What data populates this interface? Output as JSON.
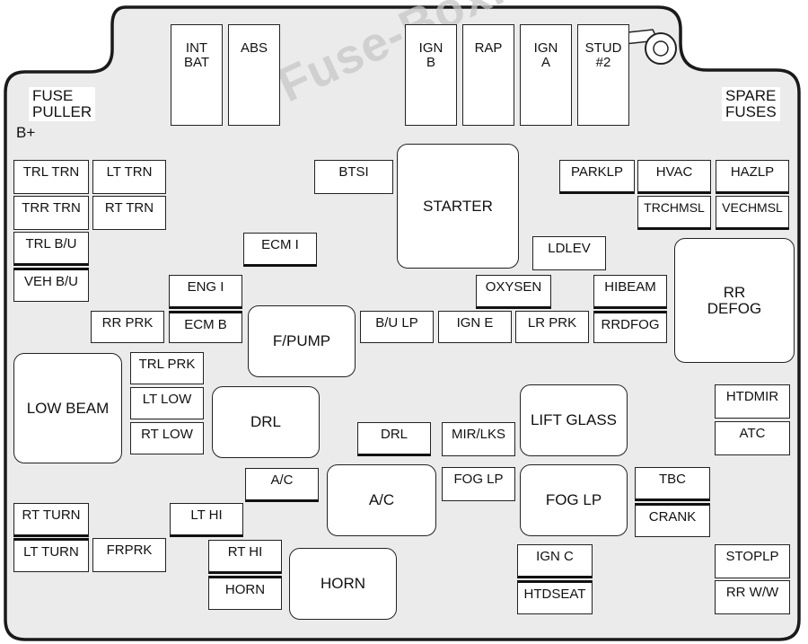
{
  "watermark": "Fuse-Box.inFo",
  "labels": {
    "fuse_puller": "FUSE\nPULLER",
    "b_plus": "B+",
    "spare_fuses": "SPARE\nFUSES"
  },
  "fuses": {
    "int_bat": "INT\nBAT",
    "abs": "ABS",
    "ign_b": "IGN\nB",
    "rap": "RAP",
    "ign_a": "IGN\nA",
    "stud2": "STUD\n#2",
    "trl_trn": "TRL TRN",
    "lt_trn": "LT TRN",
    "trr_trn": "TRR TRN",
    "rt_trn": "RT TRN",
    "trl_bu": "TRL B/U",
    "veh_bu": "VEH B/U",
    "btsi": "BTSI",
    "starter": "STARTER",
    "parklp": "PARKLP",
    "hvac": "HVAC",
    "hazlp": "HAZLP",
    "trchmsl": "TRCHMSL",
    "vechmsl": "VECHMSL",
    "ecm_i": "ECM I",
    "ldlev": "LDLEV",
    "rr_defog": "RR\nDEFOG",
    "eng_i": "ENG I",
    "oxysen": "OXYSEN",
    "hibeam": "HIBEAM",
    "rr_prk": "RR PRK",
    "ecm_b": "ECM B",
    "fpump": "F/PUMP",
    "bu_lp": "B/U LP",
    "ign_e": "IGN E",
    "lr_prk": "LR PRK",
    "rrdfog": "RRDFOG",
    "low_beam": "LOW BEAM",
    "trl_prk": "TRL PRK",
    "lt_low": "LT LOW",
    "rt_low": "RT LOW",
    "drl_relay": "DRL",
    "drl_fuse": "DRL",
    "mir_lks": "MIR/LKS",
    "lift_glass": "LIFT GLASS",
    "htdmir": "HTDMIR",
    "atc": "ATC",
    "ac_fuse": "A/C",
    "ac_relay": "A/C",
    "fog_lp_fuse": "FOG LP",
    "fog_lp_relay": "FOG LP",
    "tbc": "TBC",
    "crank": "CRANK",
    "rt_turn": "RT TURN",
    "lt_turn": "LT TURN",
    "frprk": "FRPRK",
    "lt_hi": "LT HI",
    "rt_hi": "RT HI",
    "horn_fuse": "HORN",
    "horn_relay": "HORN",
    "ign_c": "IGN C",
    "htdseat": "HTDSEAT",
    "stoplp": "STOPLP",
    "rr_ww": "RR W/W"
  }
}
